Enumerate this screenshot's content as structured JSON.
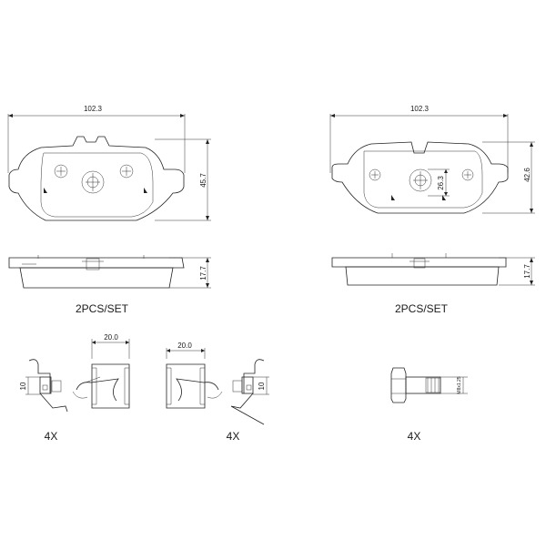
{
  "left_pad": {
    "width_dim": "102.3",
    "height_dim": "45.7",
    "thickness_dim": "17.7",
    "qty_label": "2PCS/SET"
  },
  "right_pad": {
    "width_dim": "102.3",
    "height_dim": "42.6",
    "hole_dim": "26.3",
    "thickness_dim": "17.7",
    "qty_label": "2PCS/SET"
  },
  "clips_left": {
    "width_dim": "20.0",
    "height_dim": "10",
    "qty_label": "4X"
  },
  "clips_right": {
    "width_dim": "20.0",
    "height_dim": "10",
    "qty_label": "4X"
  },
  "bolt": {
    "thread_dim": "M8x1.25",
    "qty_label": "4X"
  }
}
